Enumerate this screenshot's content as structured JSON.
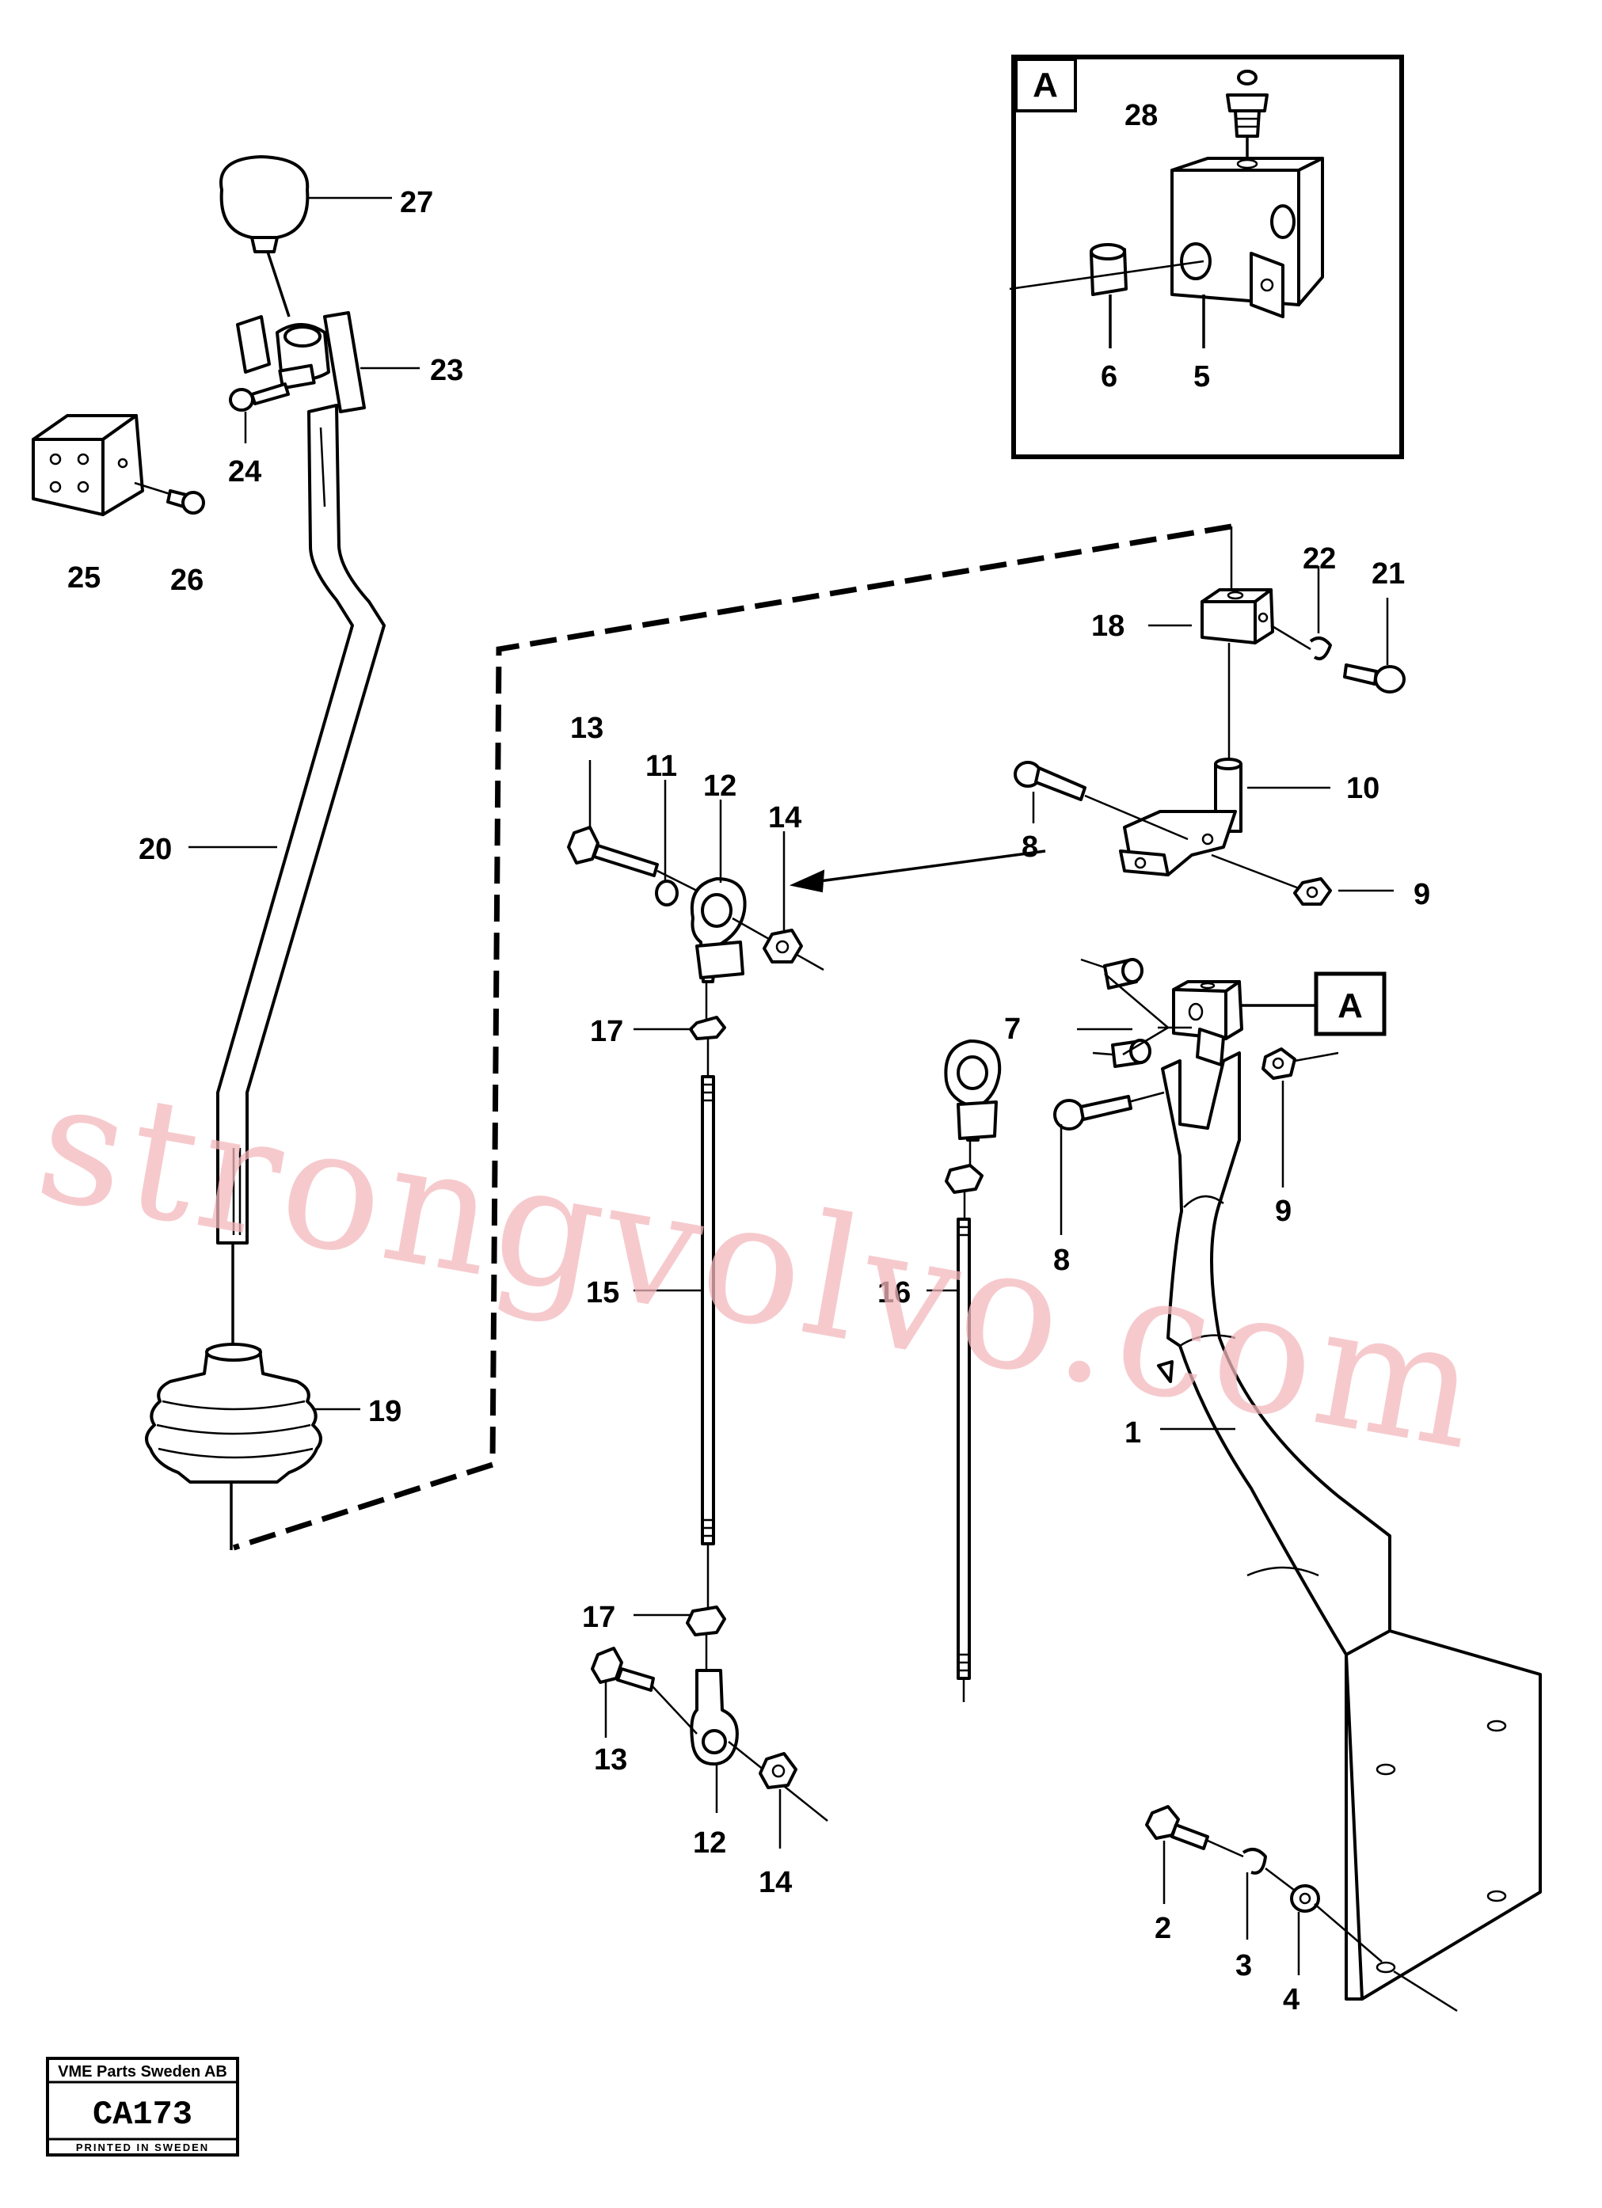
{
  "watermark": "strongvolvo.com",
  "detail_box": {
    "tag": "A"
  },
  "callout_tag": "A",
  "title_block": {
    "company": "VME Parts Sweden AB",
    "code": "CA173",
    "printed": "PRINTED IN SWEDEN"
  },
  "labels": {
    "n1": "1",
    "n2": "2",
    "n3": "3",
    "n4": "4",
    "n5": "5",
    "n6": "6",
    "n7": "7",
    "n8a": "8",
    "n8b": "8",
    "n9a": "9",
    "n9b": "9",
    "n10": "10",
    "n11": "11",
    "n12a": "12",
    "n12b": "12",
    "n13a": "13",
    "n13b": "13",
    "n14a": "14",
    "n14b": "14",
    "n15": "15",
    "n16": "16",
    "n17a": "17",
    "n17b": "17",
    "n18": "18",
    "n19": "19",
    "n20": "20",
    "n21": "21",
    "n22": "22",
    "n23": "23",
    "n24": "24",
    "n25": "25",
    "n26": "26",
    "n27": "27",
    "n28": "28"
  }
}
